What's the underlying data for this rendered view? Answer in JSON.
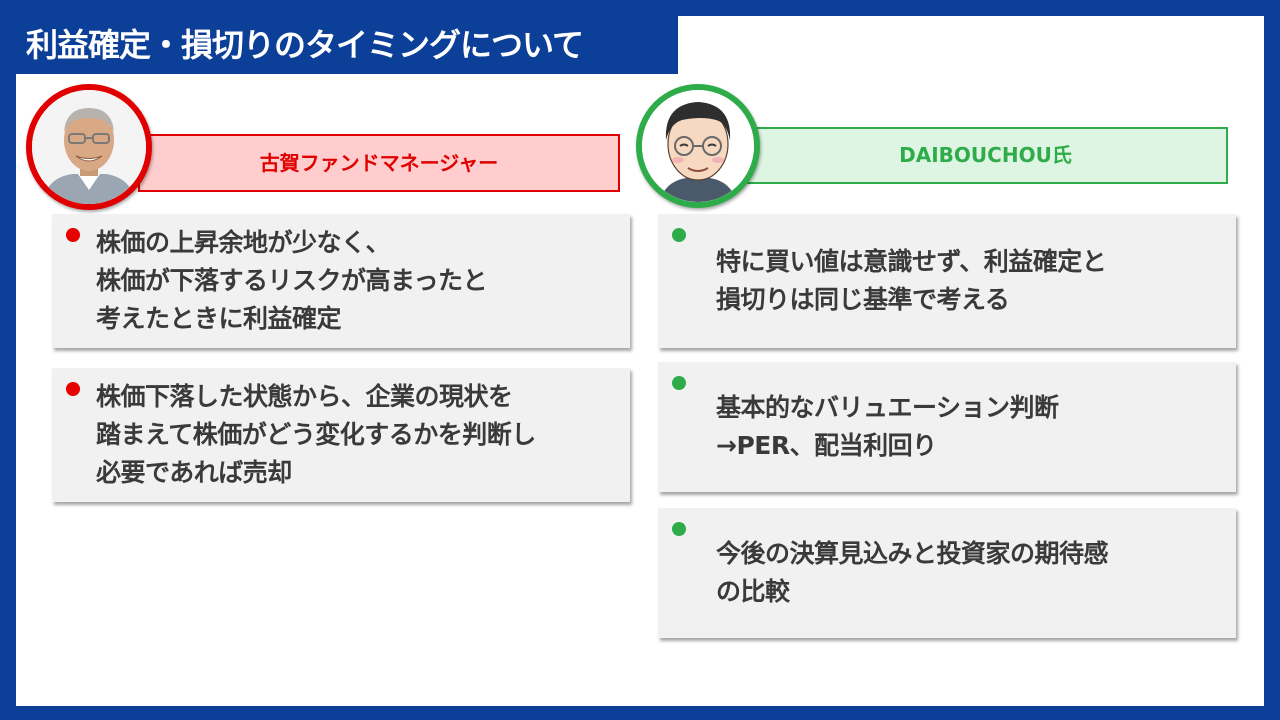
{
  "slide": {
    "title": "利益確定・損切りのタイミングについて",
    "colors": {
      "frame": "#0c3f98",
      "left_accent": "#e00000",
      "left_fill": "#ffcdcd",
      "right_accent": "#2fac4a",
      "right_fill": "#dff5e3",
      "card_bg": "#f1f1f1",
      "text": "#3a3a3a"
    }
  },
  "left": {
    "name": "古賀ファンドマネージャー",
    "avatar": "photo-of-man-with-glasses",
    "points": [
      {
        "text": "株価の上昇余地が少なく、\n株価が下落するリスクが高まったと\n考えたときに利益確定"
      },
      {
        "text": "株価下落した状態から、企業の現状を\n踏まえて株価がどう変化するかを判断し\n必要であれば売却"
      }
    ]
  },
  "right": {
    "name": "DAIBOUCHOU氏",
    "avatar": "illustration-of-man-with-glasses",
    "points": [
      {
        "text": "特に買い値は意識せず、利益確定と\n損切りは同じ基準で考える"
      },
      {
        "text": "基本的なバリュエーション判断\n→PER、配当利回り"
      },
      {
        "text": "今後の決算見込みと投資家の期待感\nの比較"
      }
    ]
  }
}
